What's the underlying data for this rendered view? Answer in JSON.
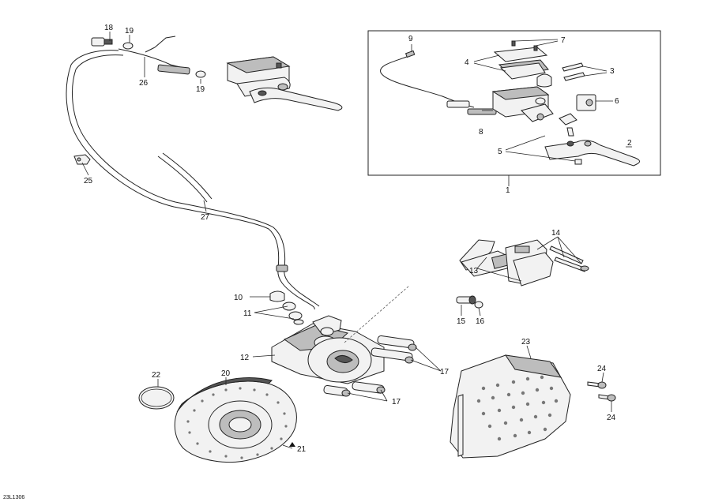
{
  "labels": {
    "l1": "1",
    "l2": "2",
    "l3": "3",
    "l4": "4",
    "l5": "5",
    "l6": "6",
    "l7": "7",
    "l8": "8",
    "l9": "9",
    "l10": "10",
    "l11": "11",
    "l12": "12",
    "l13": "13",
    "l14": "14",
    "l15": "15",
    "l16": "16",
    "l17a": "17",
    "l17b": "17",
    "l18": "18",
    "l19a": "19",
    "l19b": "19",
    "l20": "20",
    "l21": "21",
    "l22": "22",
    "l23": "23",
    "l24a": "24",
    "l24b": "24",
    "l25": "25",
    "l26": "26",
    "l27": "27"
  },
  "drawing_code": "23L1306"
}
